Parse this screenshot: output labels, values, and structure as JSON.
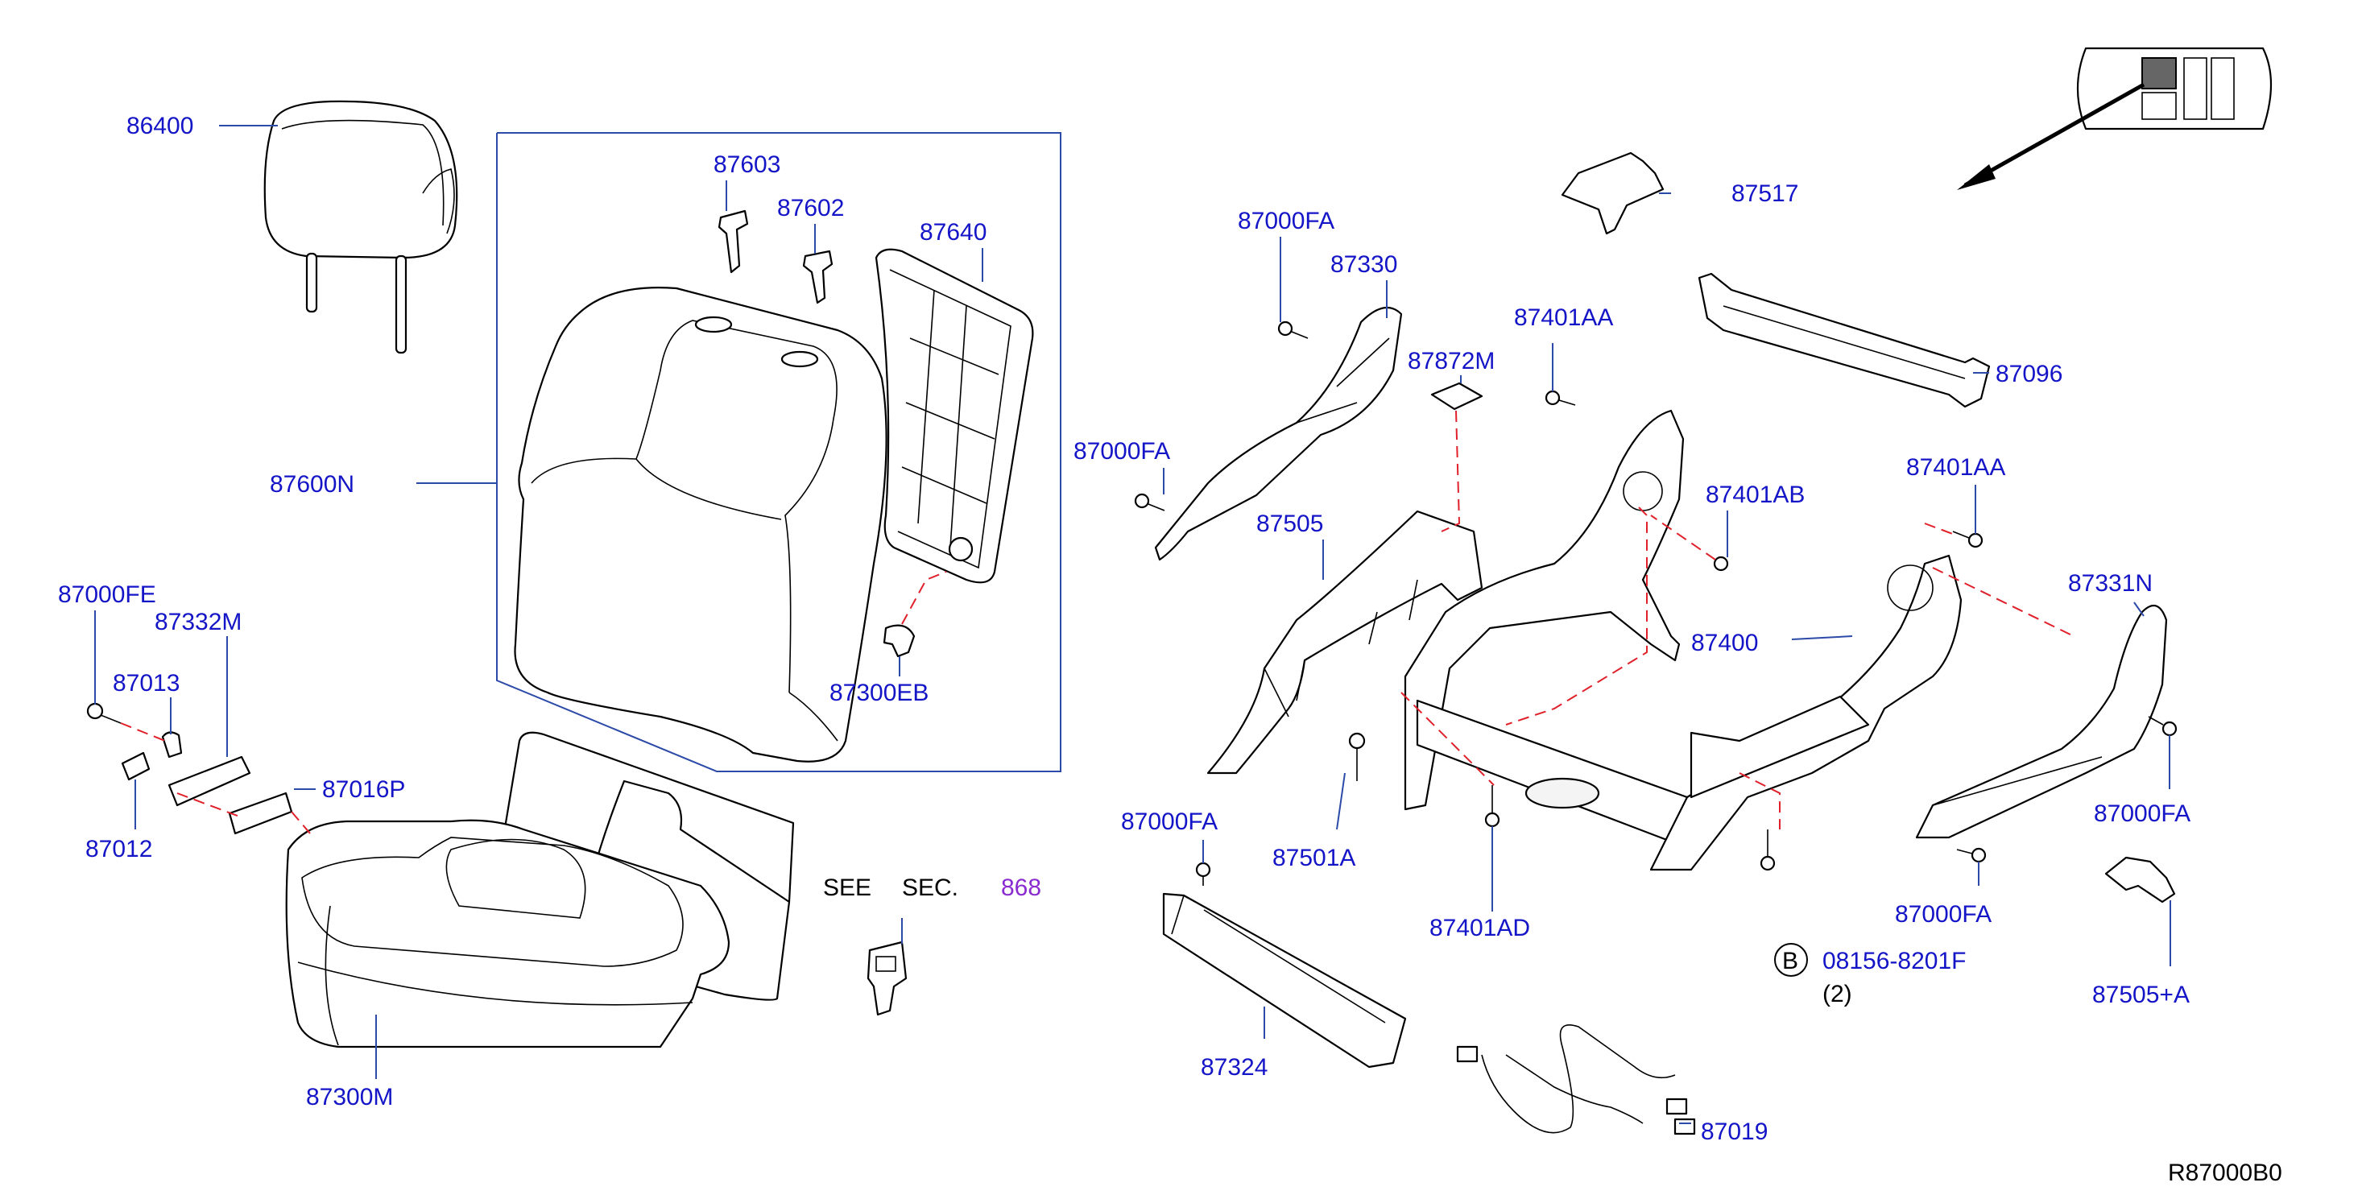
{
  "diagram": {
    "code": "R87000B0",
    "see_section": {
      "see": "SEE",
      "sec": "SEC.",
      "num": "868"
    },
    "bolt_ref": {
      "letter": "B",
      "part": "08156-8201F",
      "qty": "(2)"
    },
    "colors": {
      "label": "#1515c8",
      "leader": "#2c4aa8",
      "dashed": "#e0202a",
      "section_link": "#8a2bd0"
    },
    "labels": {
      "p86400": "86400",
      "p87603": "87603",
      "p87602": "87602",
      "p87640": "87640",
      "p87600N": "87600N",
      "p87300EB": "87300EB",
      "p87000FE": "87000FE",
      "p87332M": "87332M",
      "p87013": "87013",
      "p87012": "87012",
      "p87016P": "87016P",
      "p87300M": "87300M",
      "p87000FA_a": "87000FA",
      "p87330": "87330",
      "p87000FA_b": "87000FA",
      "p87505": "87505",
      "p87000FA_c": "87000FA",
      "p87324": "87324",
      "p87501A": "87501A",
      "p87401AA_a": "87401AA",
      "p87872M": "87872M",
      "p87401AB": "87401AB",
      "p87401AD": "87401AD",
      "p87517": "87517",
      "p87096": "87096",
      "p87401AA_b": "87401AA",
      "p87331N": "87331N",
      "p87400": "87400",
      "p87000FA_d": "87000FA",
      "p87000FA_e": "87000FA",
      "p87505A": "87505+A",
      "p87019": "87019"
    }
  }
}
